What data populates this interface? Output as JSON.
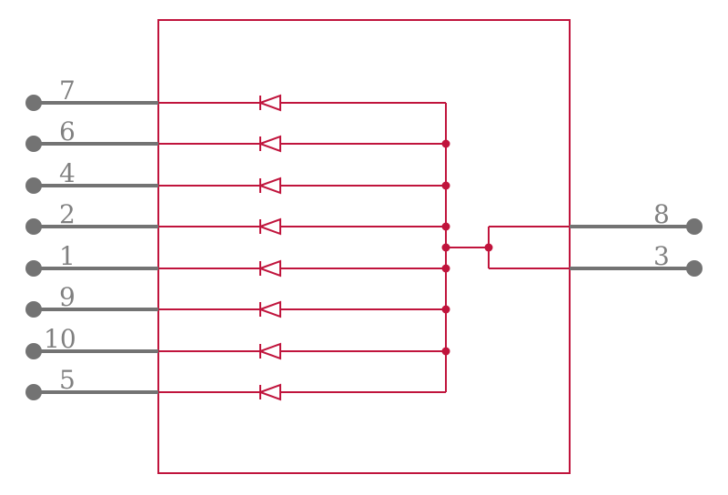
{
  "component": {
    "left_pins": [
      {
        "number": "7"
      },
      {
        "number": "6"
      },
      {
        "number": "4"
      },
      {
        "number": "2"
      },
      {
        "number": "1"
      },
      {
        "number": "9"
      },
      {
        "number": "10"
      },
      {
        "number": "5"
      }
    ],
    "right_pins": [
      {
        "number": "8"
      },
      {
        "number": "3"
      }
    ],
    "diode_count": 8,
    "colors": {
      "outline": "#c0143c",
      "pin": "#737373",
      "label": "#808080"
    }
  }
}
